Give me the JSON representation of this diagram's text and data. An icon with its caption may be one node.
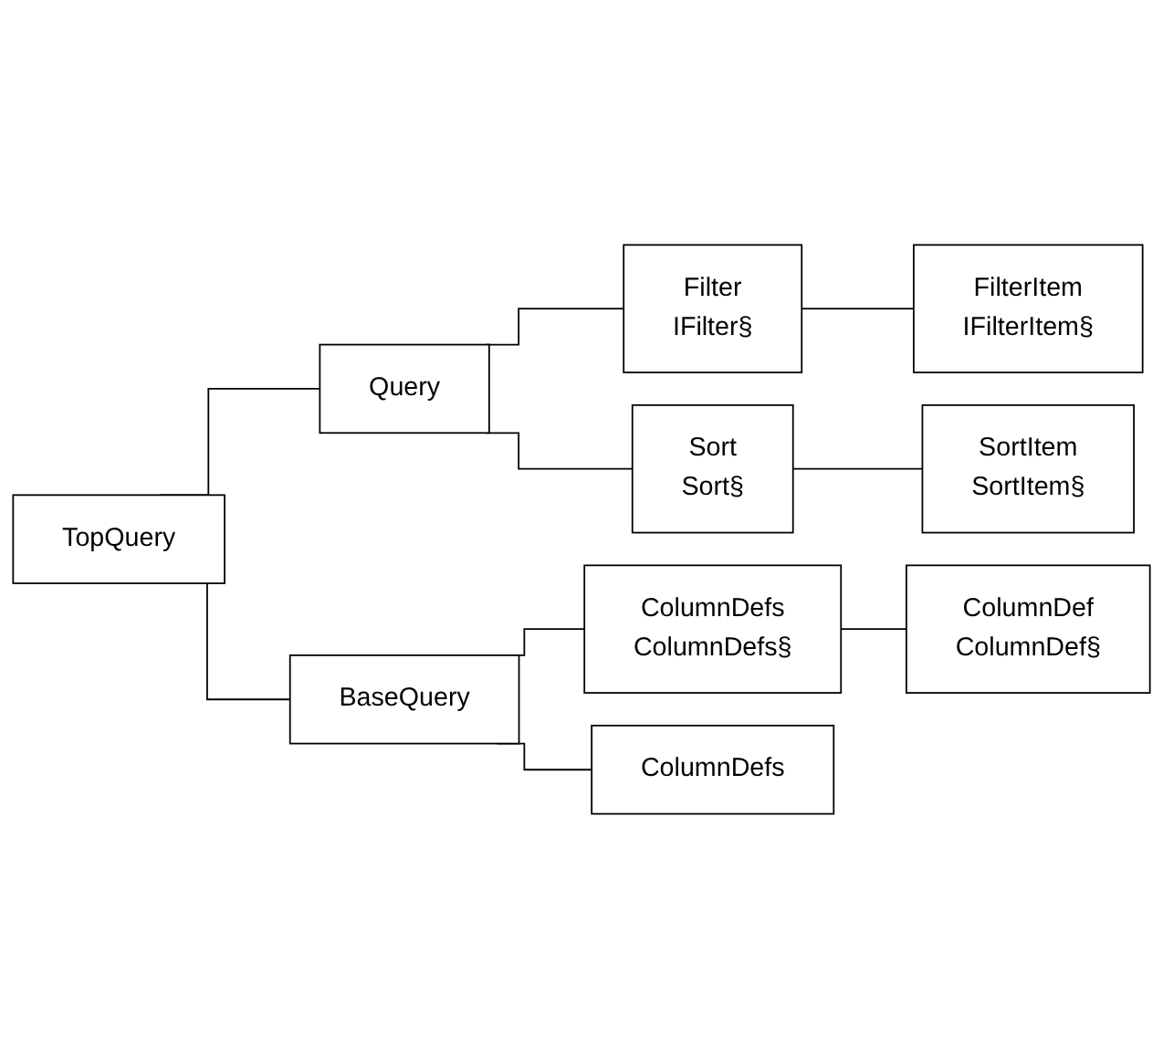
{
  "diagram": {
    "nodes": [
      {
        "text": [
          "TopQuery"
        ]
      },
      {
        "text": [
          "Query"
        ]
      },
      {
        "text": [
          "BaseQuery"
        ]
      },
      {
        "text": [
          "Filter",
          "IFilter§"
        ]
      },
      {
        "text": [
          "FilterItem",
          "IFilterItem§"
        ]
      },
      {
        "text": [
          "Sort",
          "Sort§"
        ]
      },
      {
        "text": [
          "SortItem",
          "SortItem§"
        ]
      },
      {
        "text": [
          "ColumnDefs",
          "ColumnDefs§"
        ]
      },
      {
        "text": [
          "ColumnDef",
          "ColumnDef§"
        ]
      },
      {
        "text": [
          "ColumnDefs"
        ]
      }
    ],
    "edges": [
      {
        "from": 0,
        "to": 1,
        "arrow": "none"
      },
      {
        "from": 0,
        "to": 2,
        "arrow": "none"
      },
      {
        "from": 1,
        "to": 3,
        "arrow": "none"
      },
      {
        "from": 3,
        "to": 4,
        "arrow": "none"
      },
      {
        "from": 1,
        "to": 5,
        "arrow": "none"
      },
      {
        "from": 5,
        "to": 6,
        "arrow": "none"
      },
      {
        "from": 2,
        "to": 7,
        "arrow": "none"
      },
      {
        "from": 7,
        "to": 8,
        "arrow": "none"
      },
      {
        "from": 2,
        "to": 9,
        "arrow": "none"
      }
    ]
  }
}
